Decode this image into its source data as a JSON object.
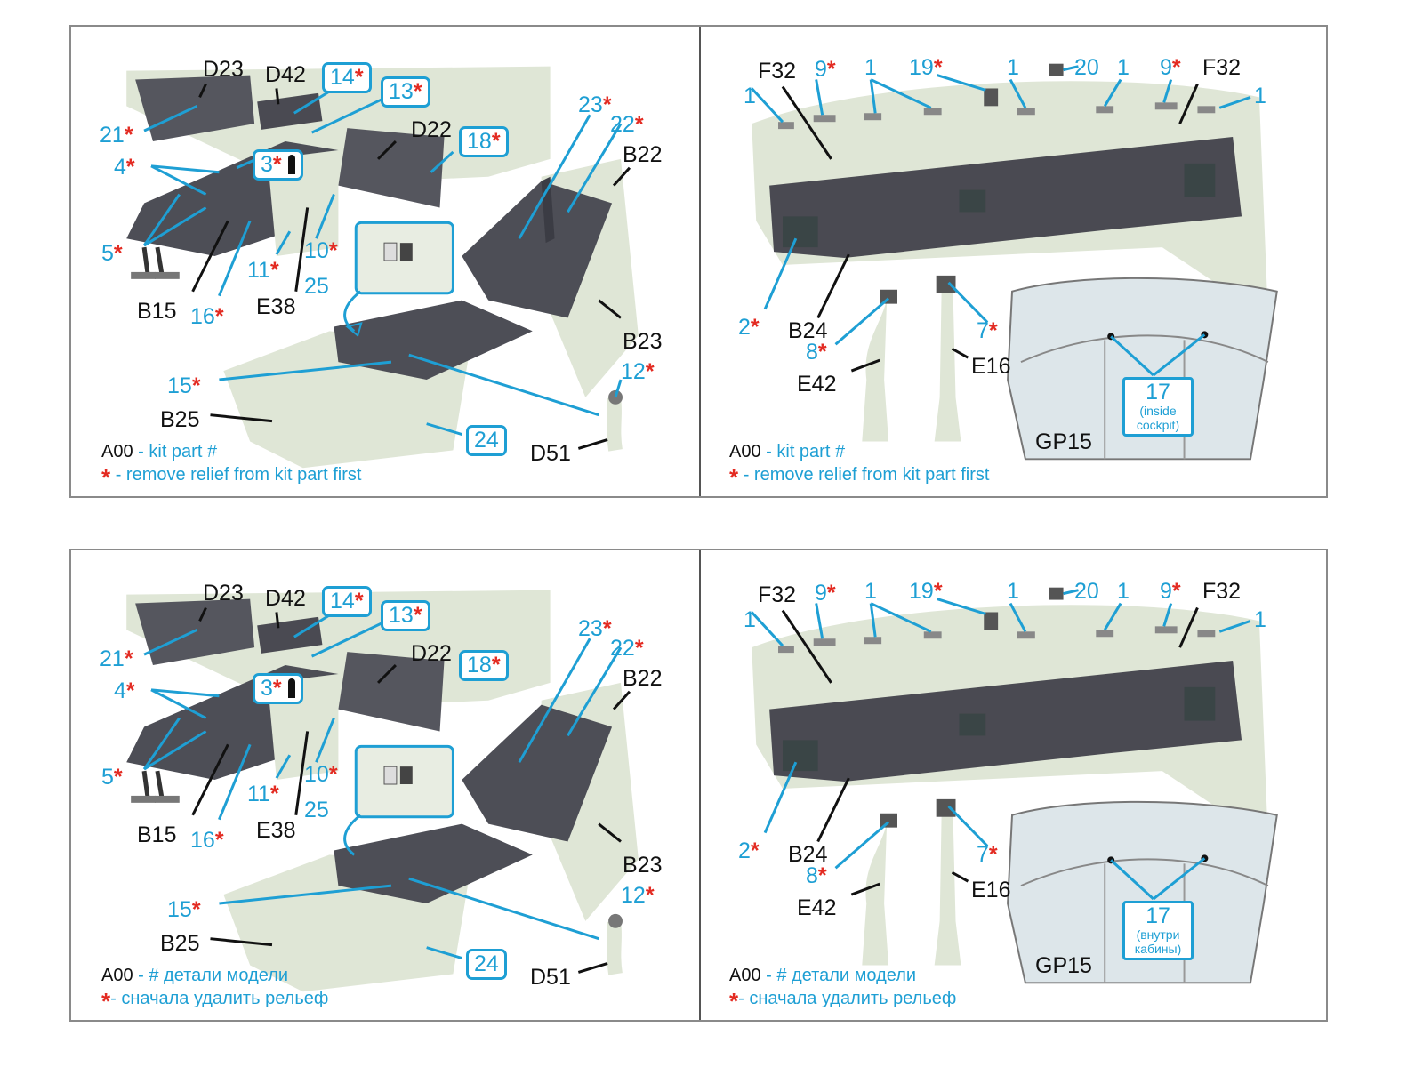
{
  "sheets": [
    {
      "language": "en",
      "left_panel": {
        "kit_labels": [
          "D23",
          "D42",
          "D22",
          "B22",
          "B15",
          "E38",
          "B23",
          "B25",
          "D51"
        ],
        "pe_labels": [
          {
            "num": "21",
            "star": true
          },
          {
            "num": "4",
            "star": true
          },
          {
            "num": "5",
            "star": true
          },
          {
            "num": "16",
            "star": true
          },
          {
            "num": "11",
            "star": true
          },
          {
            "num": "10",
            "star": true
          },
          {
            "num": "25",
            "star": false
          },
          {
            "num": "23",
            "star": true
          },
          {
            "num": "22",
            "star": true
          },
          {
            "num": "15",
            "star": true
          },
          {
            "num": "12",
            "star": true
          }
        ],
        "boxed_labels": [
          {
            "num": "14",
            "star": true
          },
          {
            "num": "13",
            "star": true
          },
          {
            "num": "3",
            "star": true
          },
          {
            "num": "18",
            "star": true
          },
          {
            "num": "24",
            "star": false
          }
        ],
        "legend": {
          "code": "A00",
          "kit_desc": "- kit part #",
          "star_desc": "- remove relief from kit part first"
        }
      },
      "right_panel": {
        "kit_labels": [
          "F32",
          "F32",
          "B24",
          "E42",
          "E16",
          "GP15"
        ],
        "pe_labels": [
          {
            "num": "1",
            "star": false
          },
          {
            "num": "9",
            "star": true
          },
          {
            "num": "1",
            "star": false
          },
          {
            "num": "19",
            "star": true
          },
          {
            "num": "1",
            "star": false
          },
          {
            "num": "20",
            "star": false
          },
          {
            "num": "1",
            "star": false
          },
          {
            "num": "9",
            "star": true
          },
          {
            "num": "1",
            "star": false
          },
          {
            "num": "2",
            "star": true
          },
          {
            "num": "8",
            "star": true
          },
          {
            "num": "7",
            "star": true
          }
        ],
        "note": {
          "num": "17",
          "text": "(inside cockpit)",
          "line1": "(inside",
          "line2": "cockpit)"
        },
        "legend": {
          "code": "A00",
          "kit_desc": "- kit part #",
          "star_desc": "- remove relief from kit part first"
        }
      }
    },
    {
      "language": "ru",
      "left_panel": {
        "legend": {
          "code": "A00",
          "kit_desc": "- # детали модели",
          "star_desc": "- сначала удалить рельеф"
        }
      },
      "right_panel": {
        "note": {
          "num": "17",
          "line1": "(внутри",
          "line2": "кабины)"
        },
        "legend": {
          "code": "A00",
          "kit_desc": "- # детали модели",
          "star_desc": "- сначала удалить рельеф"
        }
      }
    }
  ],
  "colors": {
    "pe_label": "#1e9fd4",
    "kit_label": "#111111",
    "star": "#e32b22",
    "resin": "#dfe6d6",
    "panel_dark": "#4a4a52",
    "glass": "#dde6ea"
  }
}
